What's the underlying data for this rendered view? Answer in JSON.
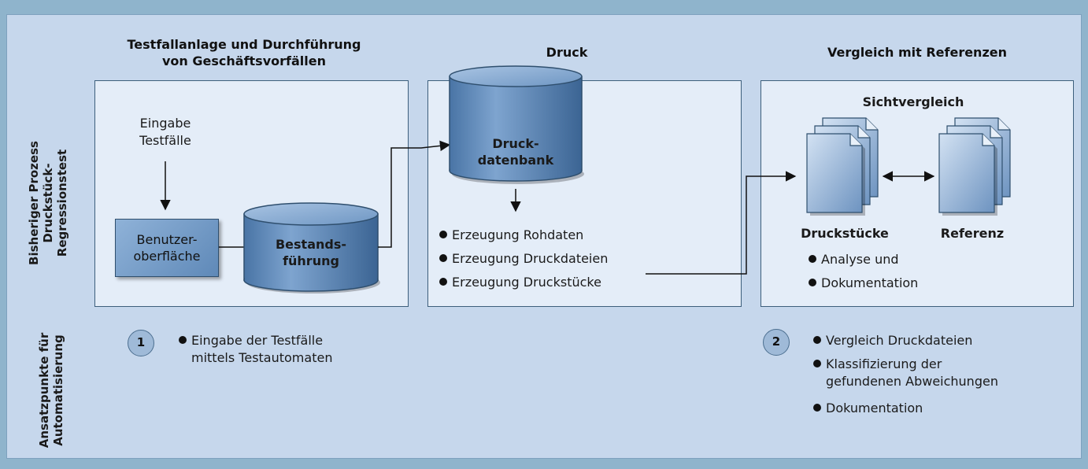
{
  "row_labels": {
    "process": [
      "Bisheriger Prozess",
      "Druckstück-",
      "Regressionstest"
    ],
    "automation": [
      "Ansatzpunkte für",
      "Automatisierung"
    ]
  },
  "columns": {
    "col1": [
      "Testfallanlage und Durchführung",
      "von Geschäftsvorfällen"
    ],
    "col2": "Druck",
    "col3": "Vergleich mit Referenzen"
  },
  "panel1": {
    "input": [
      "Eingabe",
      "Testfälle"
    ],
    "ui_box": [
      "Benutzer-",
      "oberfläche"
    ],
    "db": [
      "Bestands-",
      "führung"
    ]
  },
  "panel2": {
    "db": [
      "Druck-",
      "datenbank"
    ],
    "bullets": [
      "Erzeugung Rohdaten",
      "Erzeugung Druckdateien",
      "Erzeugung Druckstücke"
    ]
  },
  "panel3": {
    "title": "Sichtvergleich",
    "doc_left": "Druckstücke",
    "doc_right": "Referenz",
    "bullets": [
      "Analyse und",
      "Dokumentation"
    ]
  },
  "automation": {
    "badge1": "1",
    "item1": [
      "Eingabe der Testfälle",
      "mittels Testautomaten"
    ],
    "badge2": "2",
    "items2": [
      "Vergleich Druckdateien",
      "Klassifizierung der",
      "gefundenen Abweichungen",
      "Dokumentation"
    ]
  }
}
